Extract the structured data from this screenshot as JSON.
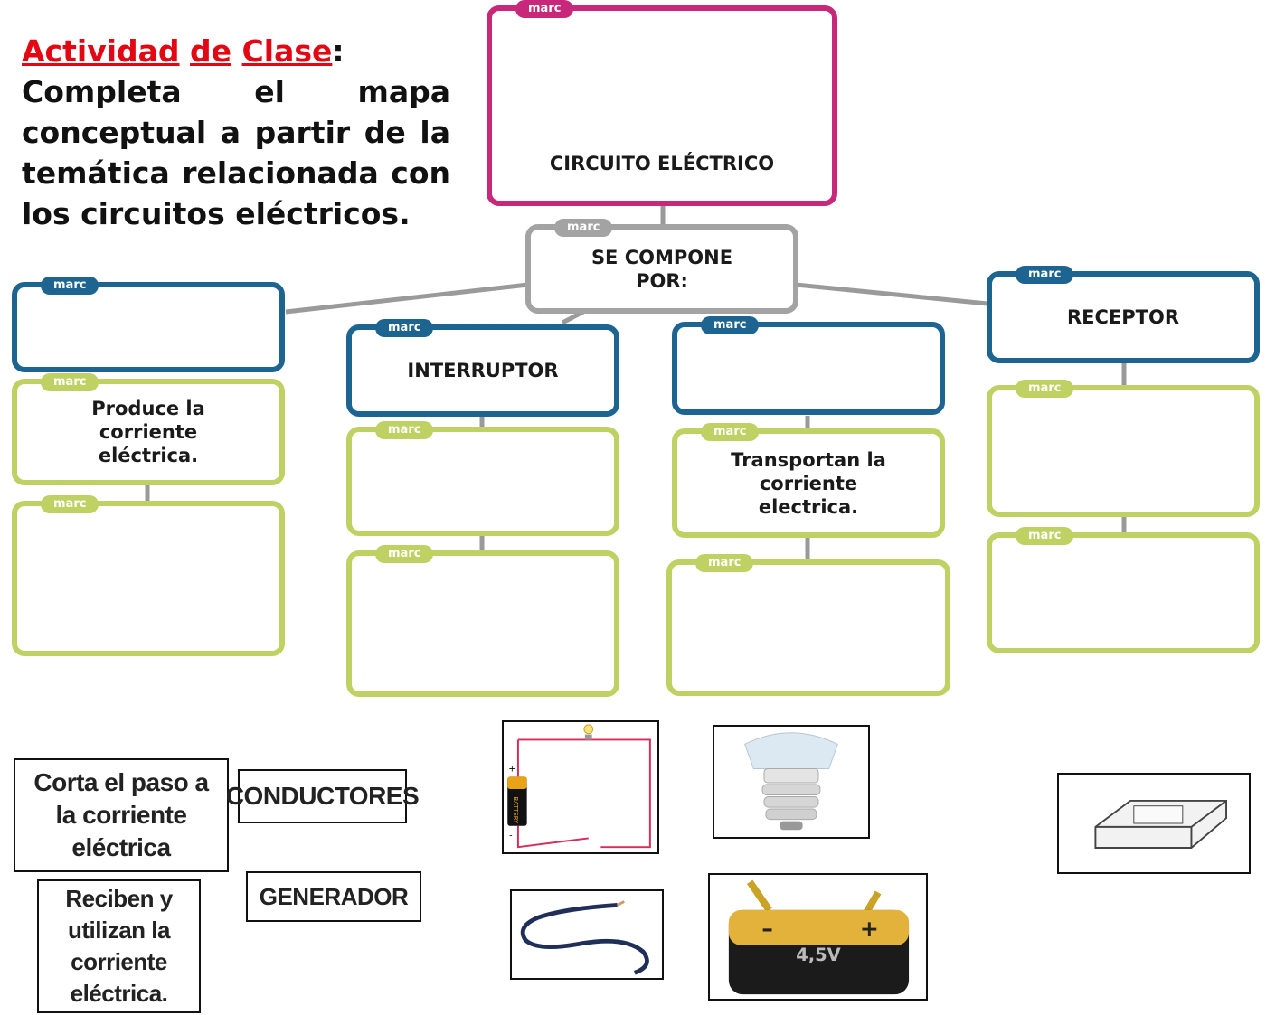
{
  "heading": {
    "word1": "Actividad",
    "word2": "de",
    "word3": "Clase",
    "colon": ":",
    "instruction": "Completa el mapa conceptual a partir de la temática relacionada con los circuitos eléctricos."
  },
  "tag_label": "marc",
  "map": {
    "root": "CIRCUITO ELÉCTRICO",
    "composed": "SE COMPONE POR:",
    "col1": {
      "title": "",
      "desc": "Produce la corriente eléctrica.",
      "example": ""
    },
    "col2": {
      "title": "INTERRUPTOR",
      "desc": "",
      "example": ""
    },
    "col3": {
      "title": "",
      "desc": "Transportan la corriente electrica.",
      "example": ""
    },
    "col4": {
      "title": "RECEPTOR",
      "desc": "",
      "example": ""
    }
  },
  "cards": {
    "corta": "Corta el paso a la corriente eléctrica",
    "conductores": "CONDUCTORES",
    "reciben": "Reciben y utilizan la corriente eléctrica.",
    "generador": "GENERADOR"
  },
  "images": {
    "circuit_battery_label": "BATTERY",
    "battery_voltage": "4,5V",
    "battery_minus": "–",
    "battery_plus": "+",
    "circuit_plus": "+",
    "circuit_minus": "-"
  },
  "colors": {
    "red_heading": "#e30613",
    "pink": "#c8287a",
    "gray": "#a3a3a3",
    "blue": "#1d6590",
    "green": "#bfd163"
  }
}
